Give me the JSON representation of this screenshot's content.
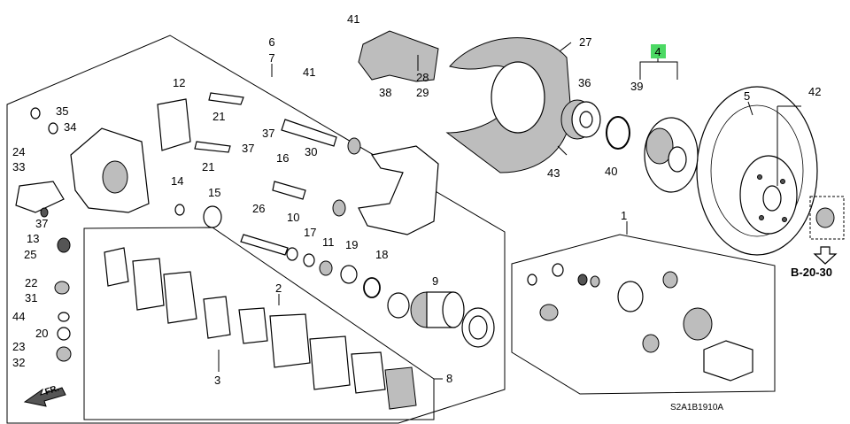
{
  "diagram_code": "S2A1B1910A",
  "reference_label": "B-20-30",
  "direction_label": "FR.",
  "highlight_color": "#4cd964",
  "callouts": {
    "c1": "1",
    "c3": "3",
    "c4": "4",
    "c5": "5",
    "c6": "6",
    "c7": "7",
    "c8": "8",
    "c9": "9",
    "c10": "10",
    "c11": "11",
    "c12": "12",
    "c13": "13",
    "c14": "14",
    "c15": "15",
    "c16": "16",
    "c17": "17",
    "c18": "18",
    "c19": "19",
    "c20": "20",
    "c21a": "21",
    "c21b": "21",
    "c22": "22",
    "c23": "23",
    "c24": "24",
    "c25": "25",
    "c26": "26",
    "c27": "27",
    "c28": "28",
    "c29": "29",
    "c2": "2",
    "c30": "30",
    "c31": "31",
    "c32": "32",
    "c33": "33",
    "c34": "34",
    "c35": "35",
    "c36": "36",
    "c37a": "37",
    "c37b": "37",
    "c37c": "37",
    "c38": "38",
    "c39": "39",
    "c40": "40",
    "c41a": "41",
    "c41b": "41",
    "c42": "42",
    "c43": "43",
    "c44": "44"
  }
}
